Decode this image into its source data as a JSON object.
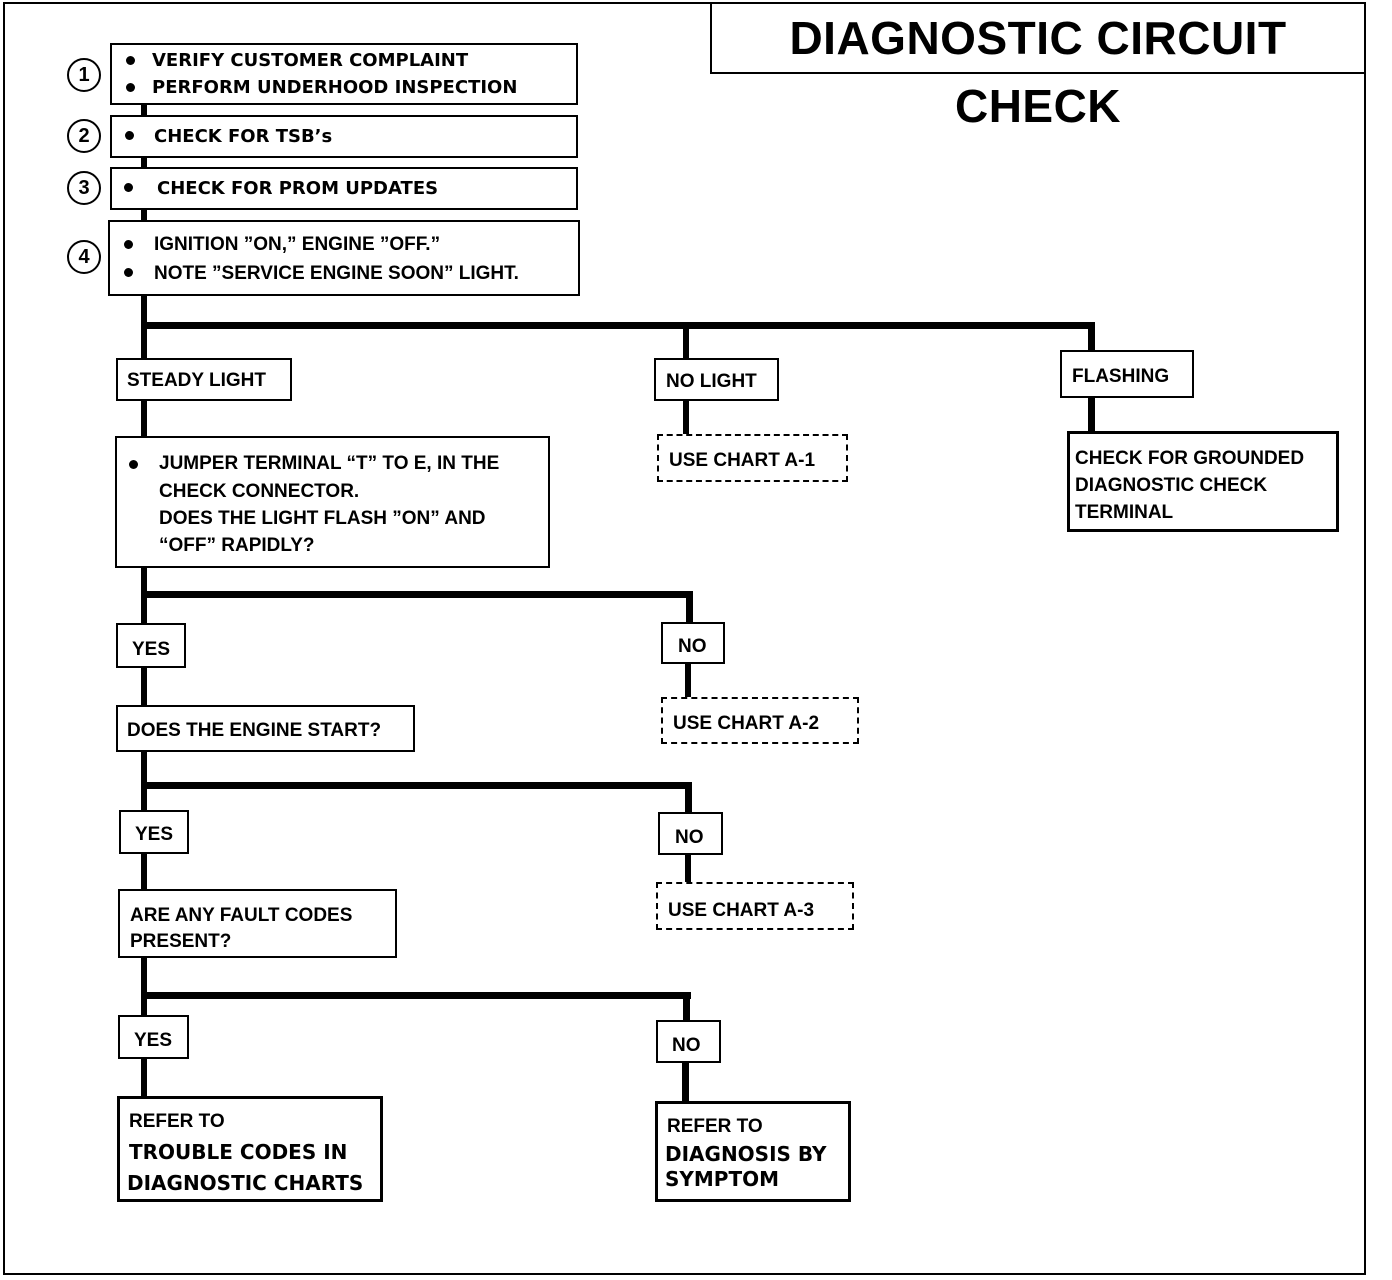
{
  "title": "DIAGNOSTIC CIRCUIT CHECK",
  "steps": [
    {
      "num": "1",
      "lines": [
        "VERIFY CUSTOMER COMPLAINT",
        "PERFORM UNDERHOOD INSPECTION"
      ]
    },
    {
      "num": "2",
      "lines": [
        "CHECK FOR TSB’s"
      ]
    },
    {
      "num": "3",
      "lines": [
        "CHECK FOR PROM UPDATES"
      ]
    },
    {
      "num": "4",
      "lines": [
        "IGNITION ”ON,” ENGINE  ”OFF.”",
        "NOTE ”SERVICE ENGINE SOON” LIGHT."
      ]
    }
  ],
  "branches": {
    "steady": "STEADY LIGHT",
    "no_light": "NO LIGHT",
    "flashing": "FLASHING"
  },
  "chart_a1": "USE CHART A-1",
  "flashing_action": [
    "CHECK FOR GROUNDED",
    "DIAGNOSTIC  CHECK",
    "TERMINAL"
  ],
  "jumper_question": [
    "JUMPER TERMINAL “T” TO E, IN THE",
    "CHECK CONNECTOR.",
    "DOES THE LIGHT FLASH ”ON” AND",
    "“OFF” RAPIDLY?"
  ],
  "yes_label": "YES",
  "no_label": "NO",
  "chart_a2": "USE CHART A-2",
  "engine_question": "DOES THE ENGINE START?",
  "chart_a3": "USE CHART A-3",
  "fault_question": [
    "ARE ANY FAULT CODES",
    "PRESENT?"
  ],
  "refer_codes": [
    "REFER TO",
    "TROUBLE   CODES IN",
    "DIAGNOSTIC CHARTS"
  ],
  "refer_symptom": [
    "REFER TO",
    "DIAGNOSIS BY",
    "SYMPTOM"
  ]
}
